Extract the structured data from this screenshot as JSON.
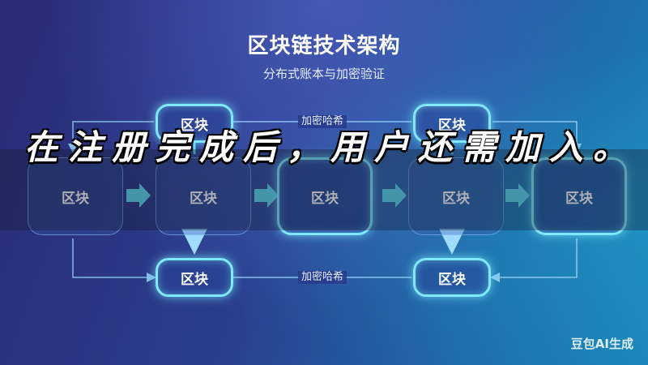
{
  "header": {
    "title": "区块链技术架构",
    "subtitle": "分布式账本与加密验证"
  },
  "diagram": {
    "blocks": {
      "top_left": "区块",
      "top_right": "区块",
      "mid_1": "区块",
      "mid_2": "区块",
      "mid_3": "区块",
      "mid_4": "区块",
      "mid_5": "区块",
      "bottom_left": "区块",
      "bottom_right": "区块"
    },
    "edge_labels": {
      "top": "加密哈希",
      "bottom": "加密哈希"
    },
    "colors": {
      "glow": "#7fe8ff",
      "arrow": "#5fd8ee"
    }
  },
  "overlay": {
    "caption": "在注册完成后，用户还需加入。"
  },
  "watermark": "豆包AI生成"
}
